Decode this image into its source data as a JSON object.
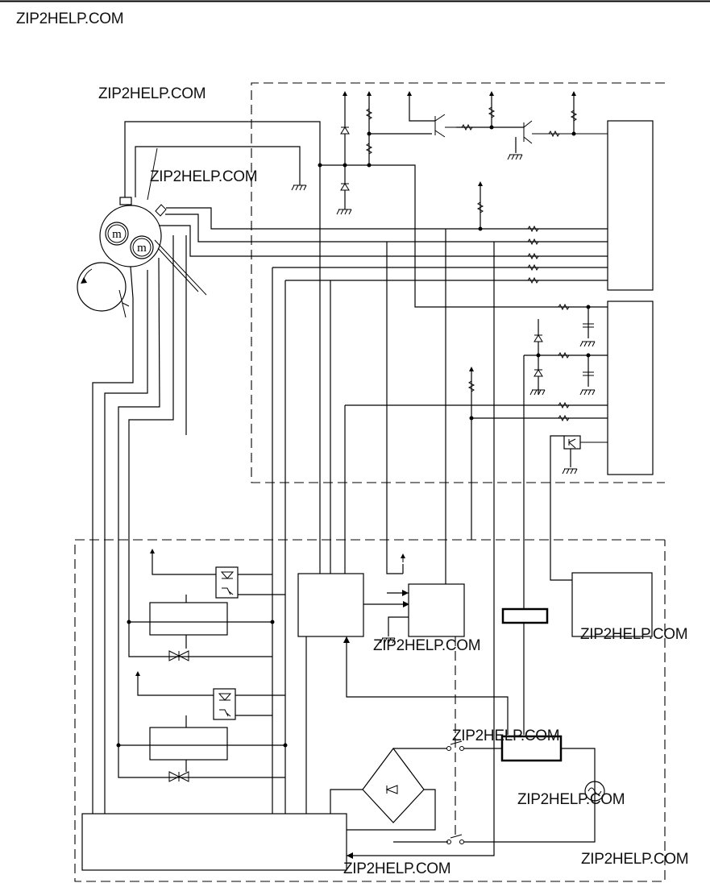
{
  "watermarks": [
    "ZIP2HELP.COM",
    "ZIP2HELP.COM",
    "ZIP2HELP.COM",
    "ZIP2HELP.COM",
    "ZIP2HELP.COM",
    "ZIP2HELP.COM",
    "ZIP2HELP.COM",
    "ZIP2HELP.COM",
    "ZIP2HELP.COM"
  ],
  "colors": {
    "ink": "#000000",
    "paper": "#ffffff"
  },
  "motor_symbol": "m"
}
